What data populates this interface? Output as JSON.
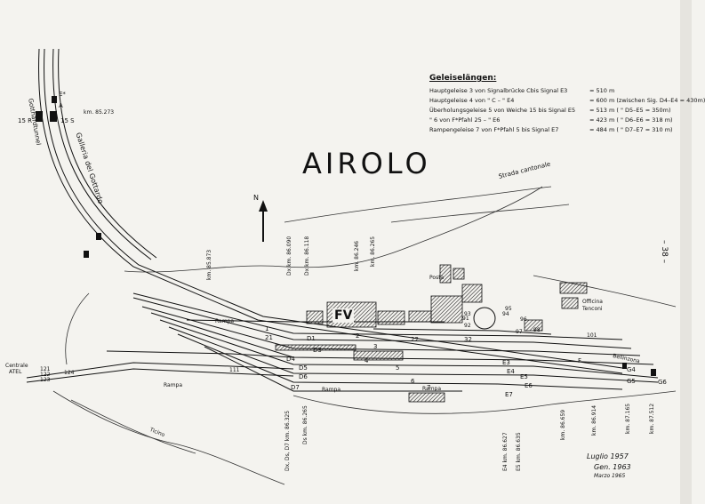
{
  "title": "AIROLO",
  "page_number": "– 38 –",
  "north": "N",
  "legend": {
    "title": "Geleiselängen:",
    "rows": [
      {
        "label": "Hauptgeleise 3 von Signalbrücke Cbis Signal E3",
        "value": "= 510 m"
      },
      {
        "label": "Hauptgeleise 4 von       \"   C –    \"   E4",
        "value": "= 600 m (zwischen Sig. D4–E4 = 430m)"
      },
      {
        "label": "Überholungsgeleise 5 von Weiche 15 bis Signal E5",
        "value": "= 513 m (      \"    D5–E5 = 350m)"
      },
      {
        "label": "     \"      6 von F*Pfahl 25 –   \"   E6",
        "value": "= 423 m (      \"    D6–E6 = 318 m)"
      },
      {
        "label": "Rampengeleise 7 von F*Pfahl 5 bis Signal E7",
        "value": "= 484 m (      \"    D7–E7 = 310 m)"
      }
    ]
  },
  "labels": {
    "tunnel": "Gotthardtunnel",
    "galleria": "Galleria del Gottardo",
    "signal_e": "E*",
    "signal_a": "A",
    "km_tunnel": "km. 85.273",
    "r15": "15 R",
    "s15": "15 S",
    "road": "Strada cantonale",
    "posta": "Posta",
    "officina": "Officina",
    "tenconi": "Tenconi",
    "fv": "FV",
    "rampa1": "Rampa",
    "rampa2": "Rampa",
    "rampa3": "Rampa",
    "rampa_small": "Rampa",
    "centrale": "Centrale",
    "atel": "ATEL",
    "ticino": "Ticino",
    "bellinzona": "Bellinzona",
    "date1": "Luglio 1957",
    "date2": "Gen. 1963",
    "date3": "Marzo 1965"
  },
  "track_numbers": [
    "1",
    "2",
    "3",
    "4",
    "5",
    "6",
    "7",
    "21",
    "22",
    "32",
    "91",
    "92",
    "93",
    "94",
    "95",
    "96",
    "97",
    "98",
    "101",
    "111",
    "121",
    "122",
    "123",
    "124"
  ],
  "signals": [
    "D7",
    "D6",
    "D5",
    "D4",
    "D3",
    "D1",
    "E3",
    "E4",
    "E5",
    "E6",
    "E7",
    "F",
    "G4",
    "G5",
    "G6"
  ],
  "km_marks": [
    {
      "text": "km. 85.873"
    },
    {
      "text": "Dx km. 86.090"
    },
    {
      "text": "Dx km. 86.118"
    },
    {
      "text": "km. 86.246"
    },
    {
      "text": "km. 86.265"
    },
    {
      "text": "Dx, Ds, D7 km. 86.325"
    },
    {
      "text": "Ds km. 86.265"
    },
    {
      "text": "E4 km. 86.627"
    },
    {
      "text": "E5 km. 86.635"
    },
    {
      "text": "km. 86.659"
    },
    {
      "text": "km. 86.914"
    },
    {
      "text": "km. 87.165"
    },
    {
      "text": "km. 87.512"
    }
  ]
}
